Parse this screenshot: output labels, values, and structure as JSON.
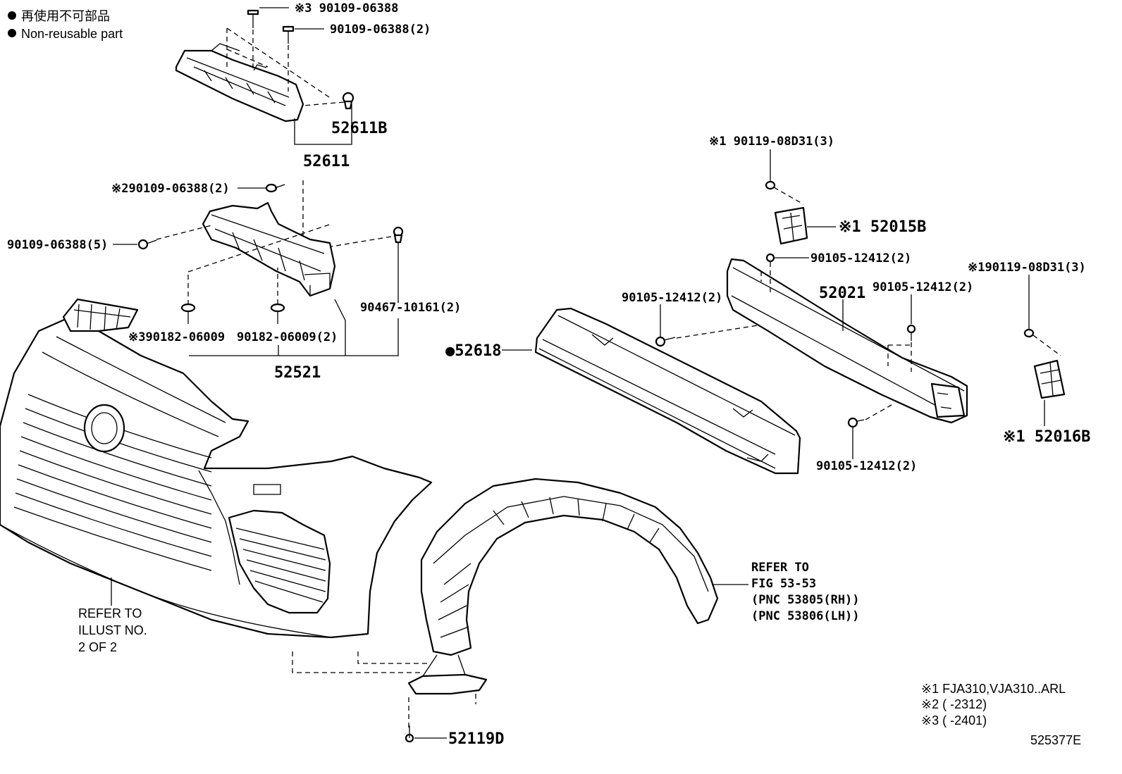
{
  "legend": {
    "jp": "再使用不可部品",
    "en": "Non-reusable part"
  },
  "labels": {
    "p1": "※3 90109-06388",
    "p2": "90109-06388(2)",
    "p3": "52611B",
    "p4": "52611",
    "p5": "※290109-06388(2)",
    "p6": "90109-06388(5)",
    "p7": "90467-10161(2)",
    "p8": "※390182-06009",
    "p9": "90182-06009(2)",
    "p10": "52521",
    "p11": "※1 90119-08D31(3)",
    "p12": "※1 52015B",
    "p13": "90105-12412(2)",
    "p14": "52021",
    "p15": "90105-12412(2)",
    "p16": "90105-12412(2)",
    "p17": "※190119-08D31(3)",
    "p18": "●52618",
    "p19": "90105-12412(2)",
    "p20": "※1 52016B",
    "p21": "52119D"
  },
  "refer_left": [
    "REFER TO",
    "ILLUST NO.",
    "2 OF 2"
  ],
  "refer_right": [
    "REFER TO",
    "FIG 53-53",
    "(PNC 53805(RH))",
    "(PNC 53806(LH))"
  ],
  "notes": [
    "※1 FJA310,VJA310..ARL",
    "※2 (       -2312)",
    "※3 (       -2401)"
  ],
  "figure_id": "525377E"
}
